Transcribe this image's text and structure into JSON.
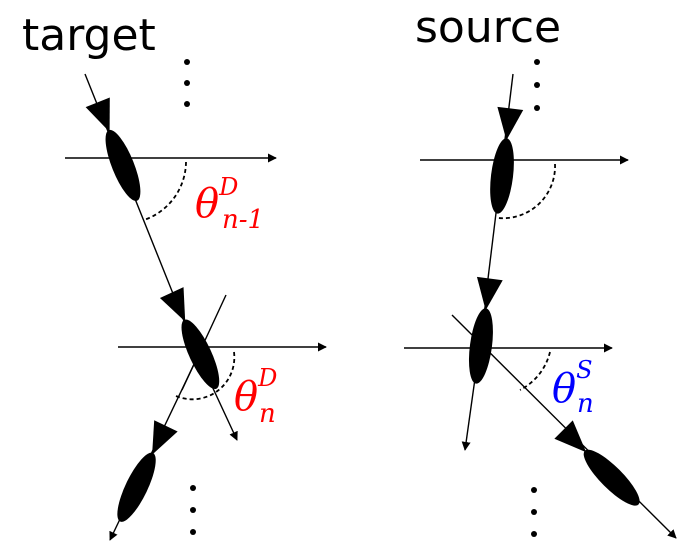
{
  "panels": {
    "left": {
      "title": "target"
    },
    "right": {
      "title": "source"
    }
  },
  "labels": {
    "theta_prev_target": {
      "symbol": "θ",
      "sup": "D",
      "sub": "n-1"
    },
    "theta_target": {
      "symbol": "θ",
      "sup": "D",
      "sub": "n"
    },
    "theta_source": {
      "symbol": "θ",
      "sup": "S",
      "sub": "n"
    }
  },
  "colors": {
    "target_label": "#ff0000",
    "source_label": "#0000ff",
    "ink": "#000000"
  }
}
